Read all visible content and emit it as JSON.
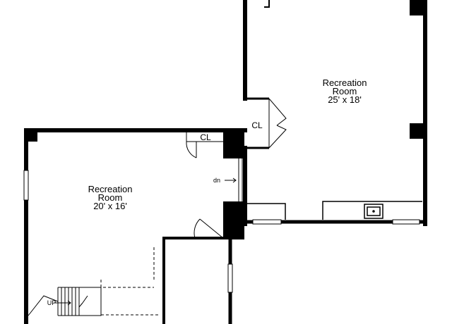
{
  "rooms": {
    "rec_room_right": {
      "name": "Recreation Room",
      "line1": "Recreation",
      "line2": "Room",
      "dims": "25' x 18'"
    },
    "rec_room_left": {
      "name": "Recreation Room",
      "line1": "Recreation",
      "line2": "Room",
      "dims": "20' x 16'"
    }
  },
  "closets": {
    "closet_right": "CL",
    "closet_left": "CL"
  },
  "stairs": {
    "down_label": "dn",
    "up_label": "UP"
  },
  "colors": {
    "wall": "#000000",
    "background": "#ffffff",
    "thin_line": "#000000"
  }
}
